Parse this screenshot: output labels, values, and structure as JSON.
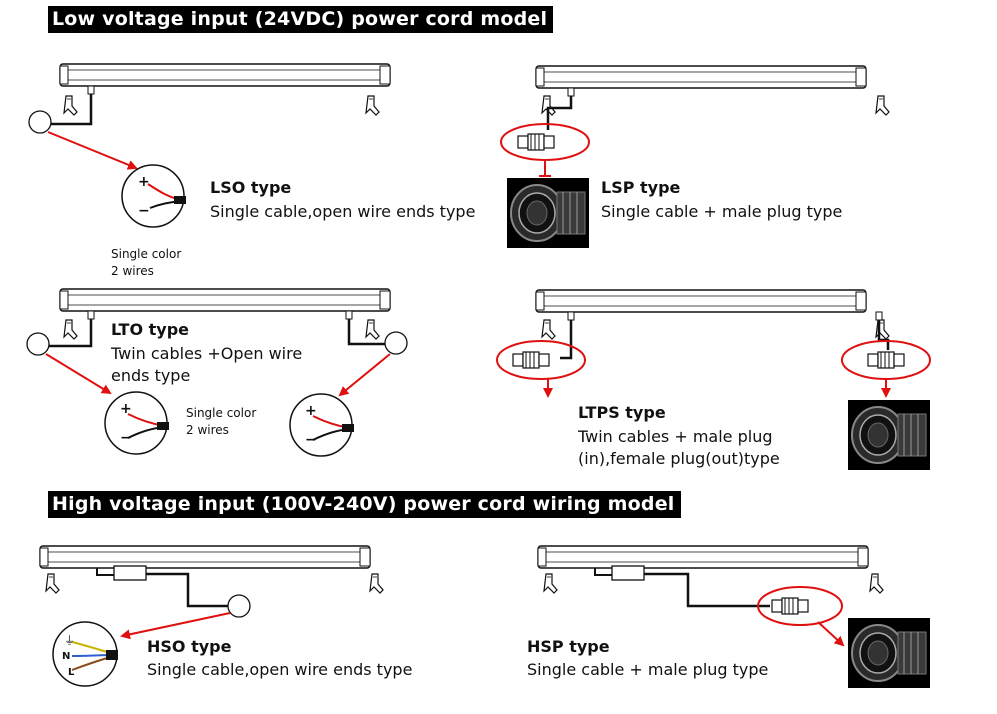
{
  "headers": {
    "low_voltage": "Low voltage input (24VDC) power cord model",
    "high_voltage": "High voltage input (100V-240V) power cord wiring model"
  },
  "types": {
    "lso": {
      "name": "LSO type",
      "desc": "Single cable,open wire ends type"
    },
    "lsp": {
      "name": "LSP type",
      "desc": "Single cable + male plug type"
    },
    "lto": {
      "name": "LTO type",
      "desc": "Twin cables +Open wire ends type"
    },
    "ltps": {
      "name": "LTPS type",
      "desc": "Twin cables + male plug (in),female plug(out)type"
    },
    "hso": {
      "name": "HSO type",
      "desc": "Single cable,open wire ends type"
    },
    "hsp": {
      "name": "HSP type",
      "desc": "Single cable + male plug type"
    }
  },
  "notes": {
    "lso_wires": "Single color\n2 wires",
    "lto_wires": "Single color\n2 wires"
  },
  "wire_labels": {
    "plus": "+",
    "minus": "−",
    "ground": "⏚",
    "neutral": "N",
    "live": "L"
  },
  "colors": {
    "callout": "#e01010",
    "header_bg": "#000000",
    "wire_red": "#e01010",
    "wire_black": "#111111"
  }
}
